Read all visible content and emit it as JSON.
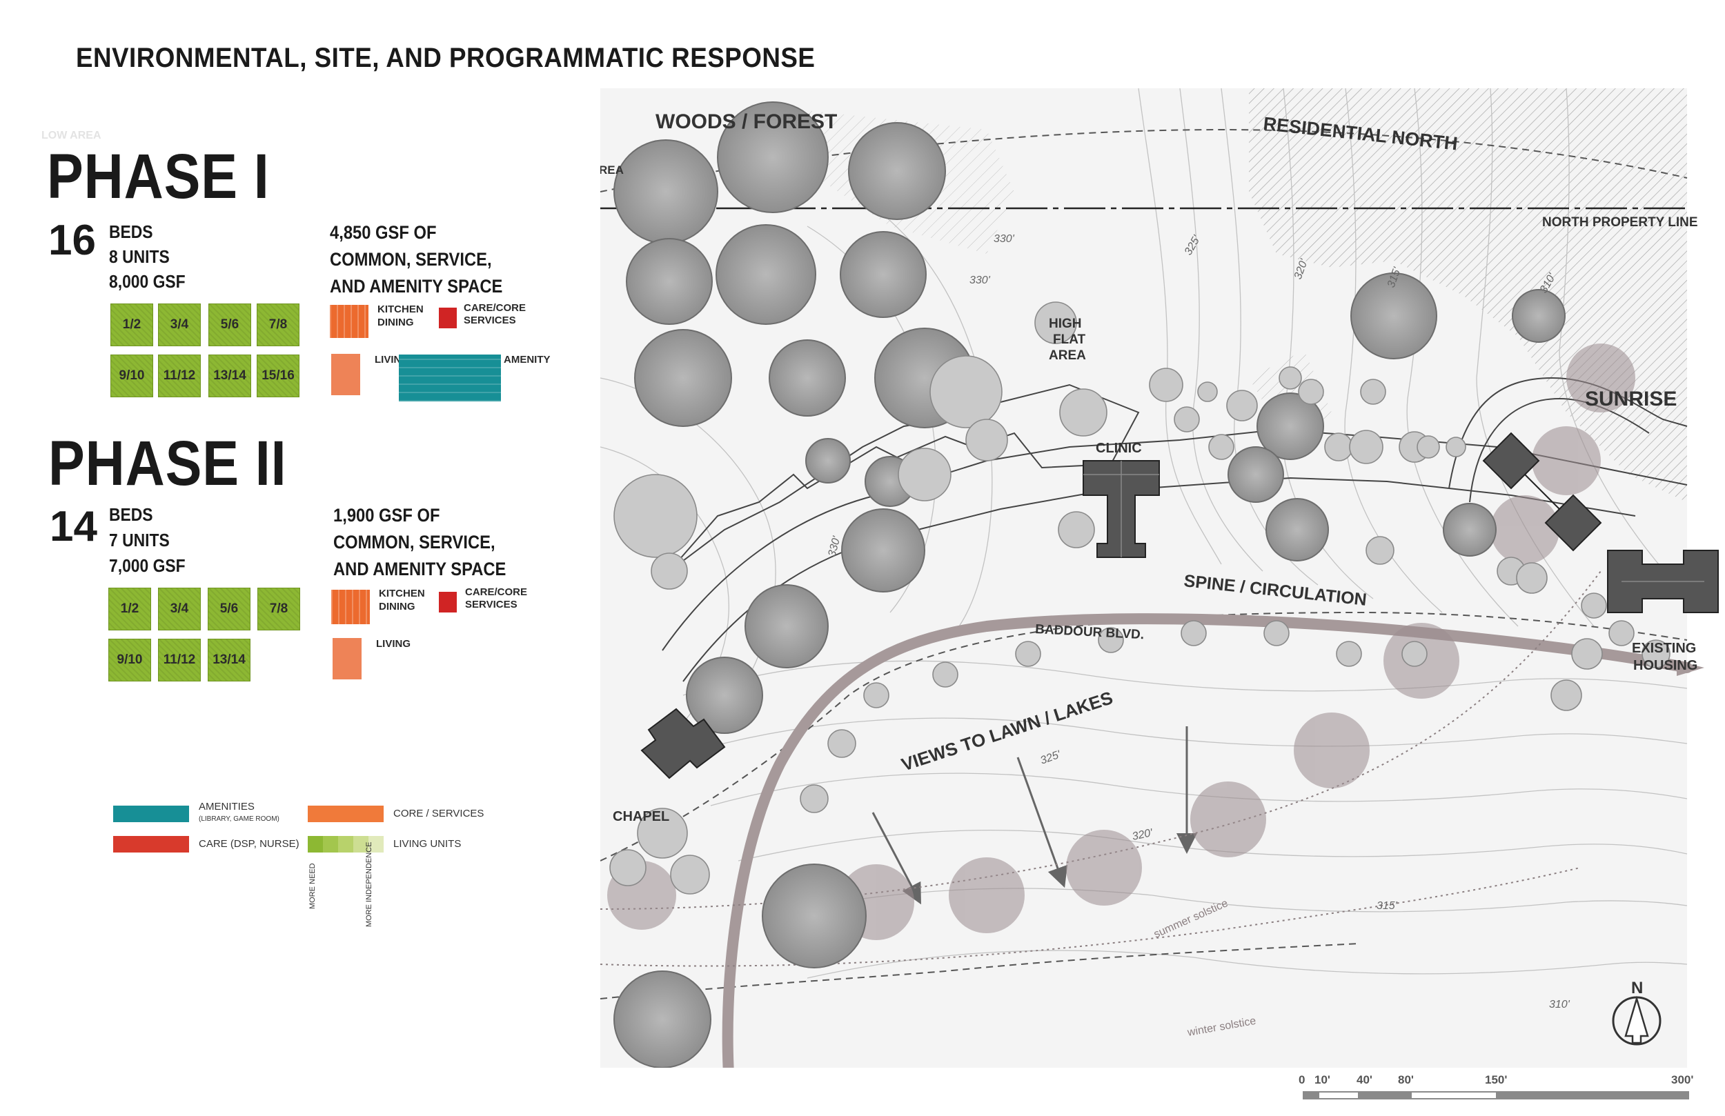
{
  "title": "ENVIRONMENTAL, SITE, AND PROGRAMMATIC RESPONSE",
  "phase1": {
    "name": "PHASE I",
    "beds": "16",
    "beds_label": "BEDS",
    "units": "8 UNITS",
    "gsf": "8,000 GSF",
    "common_gsf": [
      "4,850 GSF OF",
      "COMMON, SERVICE,",
      "AND AMENITY SPACE"
    ],
    "unit_labels": [
      "1/2",
      "3/4",
      "5/6",
      "7/8",
      "9/10",
      "11/12",
      "13/14",
      "15/16"
    ],
    "kitchen_label": [
      "KITCHEN",
      "DINING"
    ],
    "care_label": [
      "CARE/CORE",
      "SERVICES"
    ],
    "living_label": "LIVING",
    "amenity_label": "AMENITY"
  },
  "phase2": {
    "name": "PHASE II",
    "beds": "14",
    "beds_label": "BEDS",
    "units": "7 UNITS",
    "gsf": "7,000 GSF",
    "common_gsf": [
      "1,900 GSF OF",
      "COMMON, SERVICE,",
      "AND AMENITY SPACE"
    ],
    "unit_labels": [
      "1/2",
      "3/4",
      "5/6",
      "7/8",
      "9/10",
      "11/12",
      "13/14"
    ],
    "kitchen_label": [
      "KITCHEN",
      "DINING"
    ],
    "care_label": [
      "CARE/CORE",
      "SERVICES"
    ],
    "living_label": "LIVING"
  },
  "legend": {
    "amenities": "AMENITIES",
    "amenities_sub": "(LIBRARY, GAME ROOM)",
    "core": "CORE / SERVICES",
    "care": "CARE (DSP, NURSE)",
    "living": "LIVING UNITS",
    "more_need": "MORE NEED",
    "more_independence": "MORE INDEPENDENCE",
    "colors": {
      "amenities": "#178f96",
      "core": "#f07a3a",
      "care": "#d83a2c",
      "living": "#8db833"
    }
  },
  "map": {
    "woods": "WOODS / FOREST",
    "residential_north": "RESIDENTIAL NORTH",
    "north_property_line": "NORTH PROPERTY LINE",
    "high_flat_area": [
      "HIGH",
      "FLAT",
      "AREA"
    ],
    "clinic": "CLINIC",
    "sunrise": "SUNRISE",
    "spine": "SPINE / CIRCULATION",
    "baddour": "BADDOUR BLVD.",
    "existing_housing": [
      "EXISTING",
      "HOUSING"
    ],
    "views": "VIEWS TO LAWN / LAKES",
    "chapel": "CHAPEL",
    "summer_solstice": "summer solstice",
    "winter_solstice": "winter solstice",
    "low_area": "LOW AREA",
    "contours": [
      "330'",
      "330'",
      "325'",
      "320'",
      "315'",
      "310'",
      "330'",
      "325'",
      "320'",
      "315'",
      "310'"
    ],
    "north": "N"
  },
  "scale": [
    "0",
    "10'",
    "40'",
    "80'",
    "150'",
    "300'"
  ]
}
